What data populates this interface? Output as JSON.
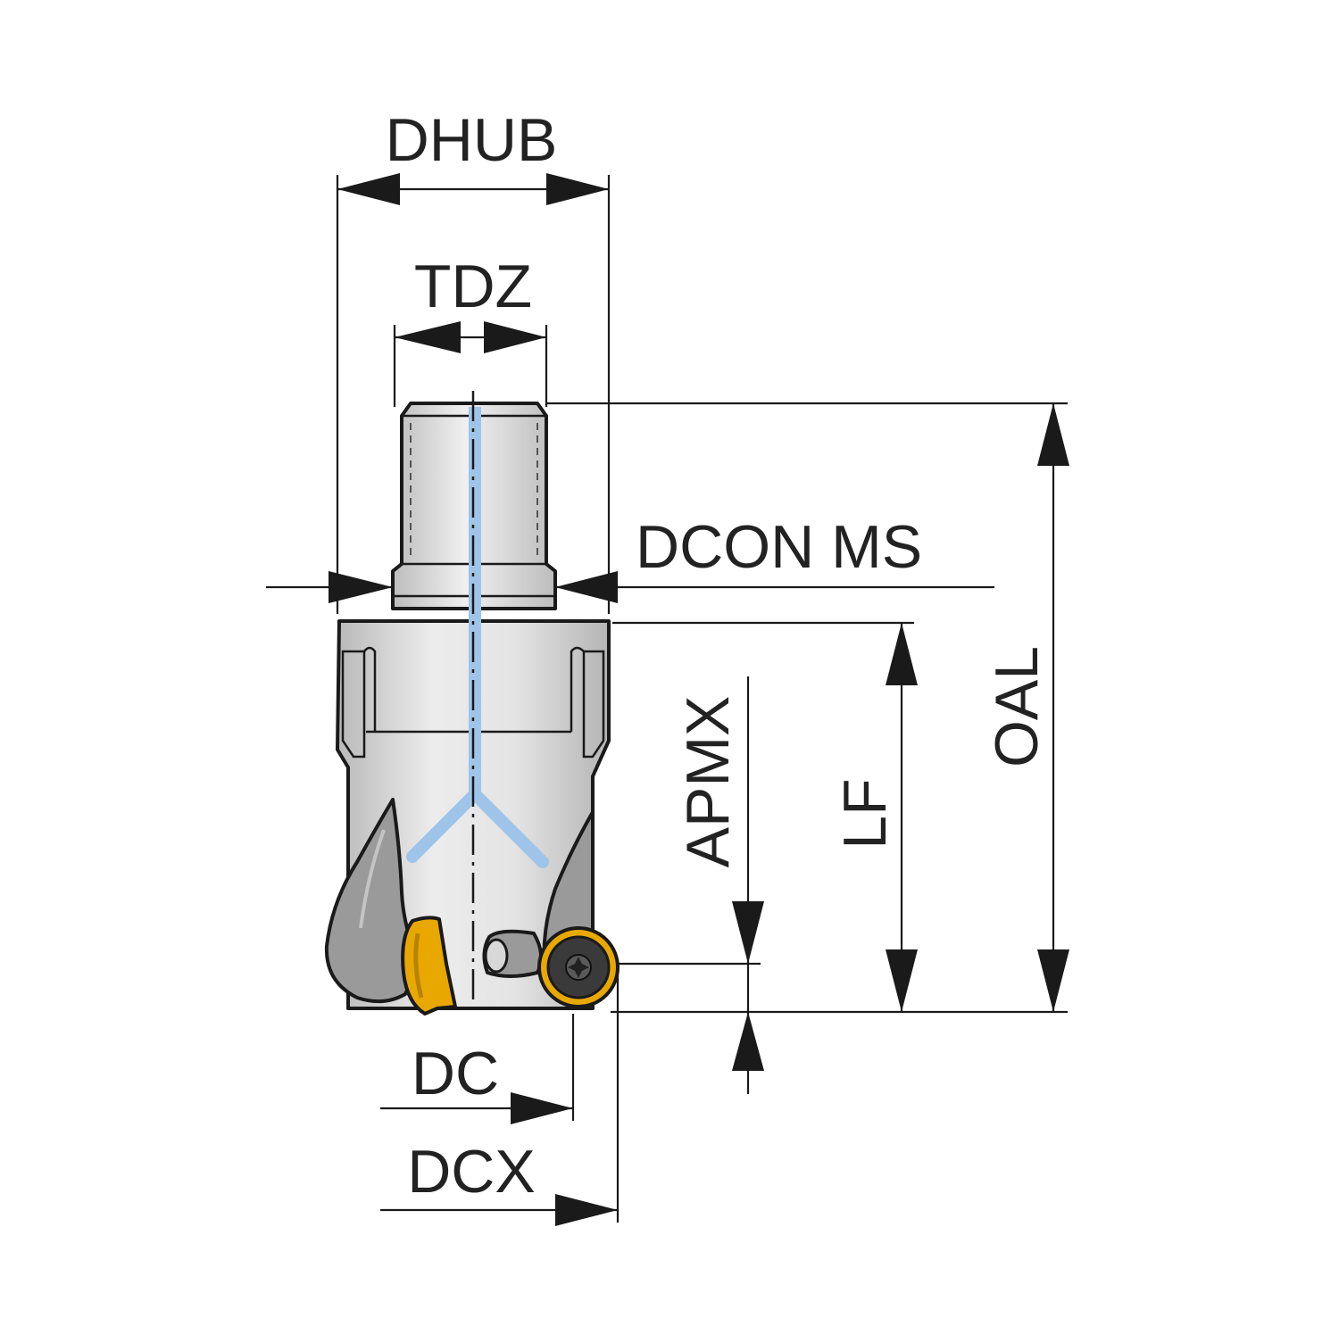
{
  "labels": {
    "dhub": "DHUB",
    "tdz": "TDZ",
    "dcon_ms": "DCON MS",
    "oal": "OAL",
    "lf": "LF",
    "apmx": "APMX",
    "dc": "DC",
    "dcx": "DCX"
  },
  "colors": {
    "body_metal": "#c8c8c8",
    "body_metal_light": "#e8e8e8",
    "coolant": "#9fc4ea",
    "insert": "#e8a800",
    "insert_dark": "#b88300",
    "line": "#1a1a1a",
    "shadow": "#8f8f8f"
  },
  "icons": {
    "torx_screw": "torx-screw-icon"
  }
}
